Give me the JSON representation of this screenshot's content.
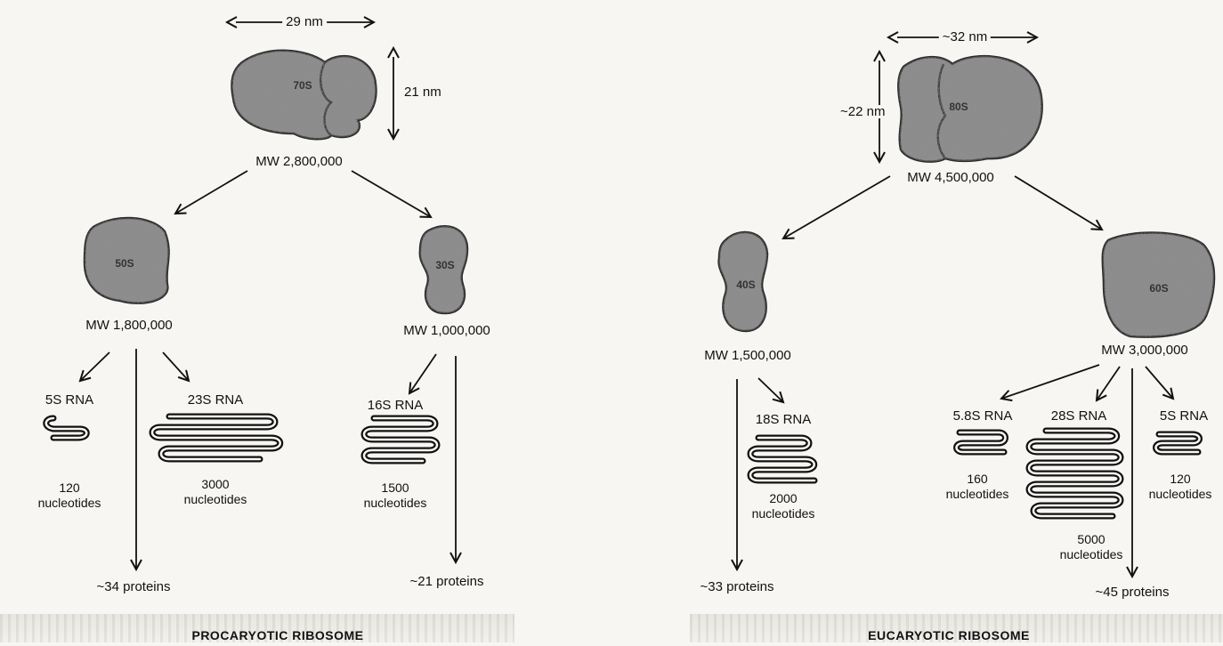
{
  "procaryotic": {
    "width_dim": "29 nm",
    "height_dim": "21 nm",
    "whole_label": "70S",
    "whole_mw": "MW 2,800,000",
    "large_label": "50S",
    "large_mw": "MW 1,800,000",
    "small_label": "30S",
    "small_mw": "MW 1,000,000",
    "rna_5s": "5S RNA",
    "rna_5s_nuc": [
      "120",
      "nucleotides"
    ],
    "rna_23s": "23S RNA",
    "rna_23s_nuc": [
      "3000",
      "nucleotides"
    ],
    "rna_16s": "16S RNA",
    "rna_16s_nuc": [
      "1500",
      "nucleotides"
    ],
    "large_proteins": "~34 proteins",
    "small_proteins": "~21 proteins",
    "title": "PROCARYOTIC RIBOSOME"
  },
  "eucaryotic": {
    "width_dim": "~32 nm",
    "height_dim": "~22 nm",
    "whole_label": "80S",
    "whole_mw": "MW 4,500,000",
    "small_label": "40S",
    "small_mw": "MW 1,500,000",
    "large_label": "60S",
    "large_mw": "MW 3,000,000",
    "rna_18s": "18S RNA",
    "rna_18s_nuc": [
      "2000",
      "nucleotides"
    ],
    "rna_58s": "5.8S RNA",
    "rna_58s_nuc": [
      "160",
      "nucleotides"
    ],
    "rna_28s": "28S RNA",
    "rna_28s_nuc": [
      "5000",
      "nucleotides"
    ],
    "rna_5s": "5S RNA",
    "rna_5s_nuc": [
      "120",
      "nucleotides"
    ],
    "small_proteins": "~33 proteins",
    "large_proteins": "~45 proteins",
    "title": "EUCARYOTIC RIBOSOME"
  }
}
